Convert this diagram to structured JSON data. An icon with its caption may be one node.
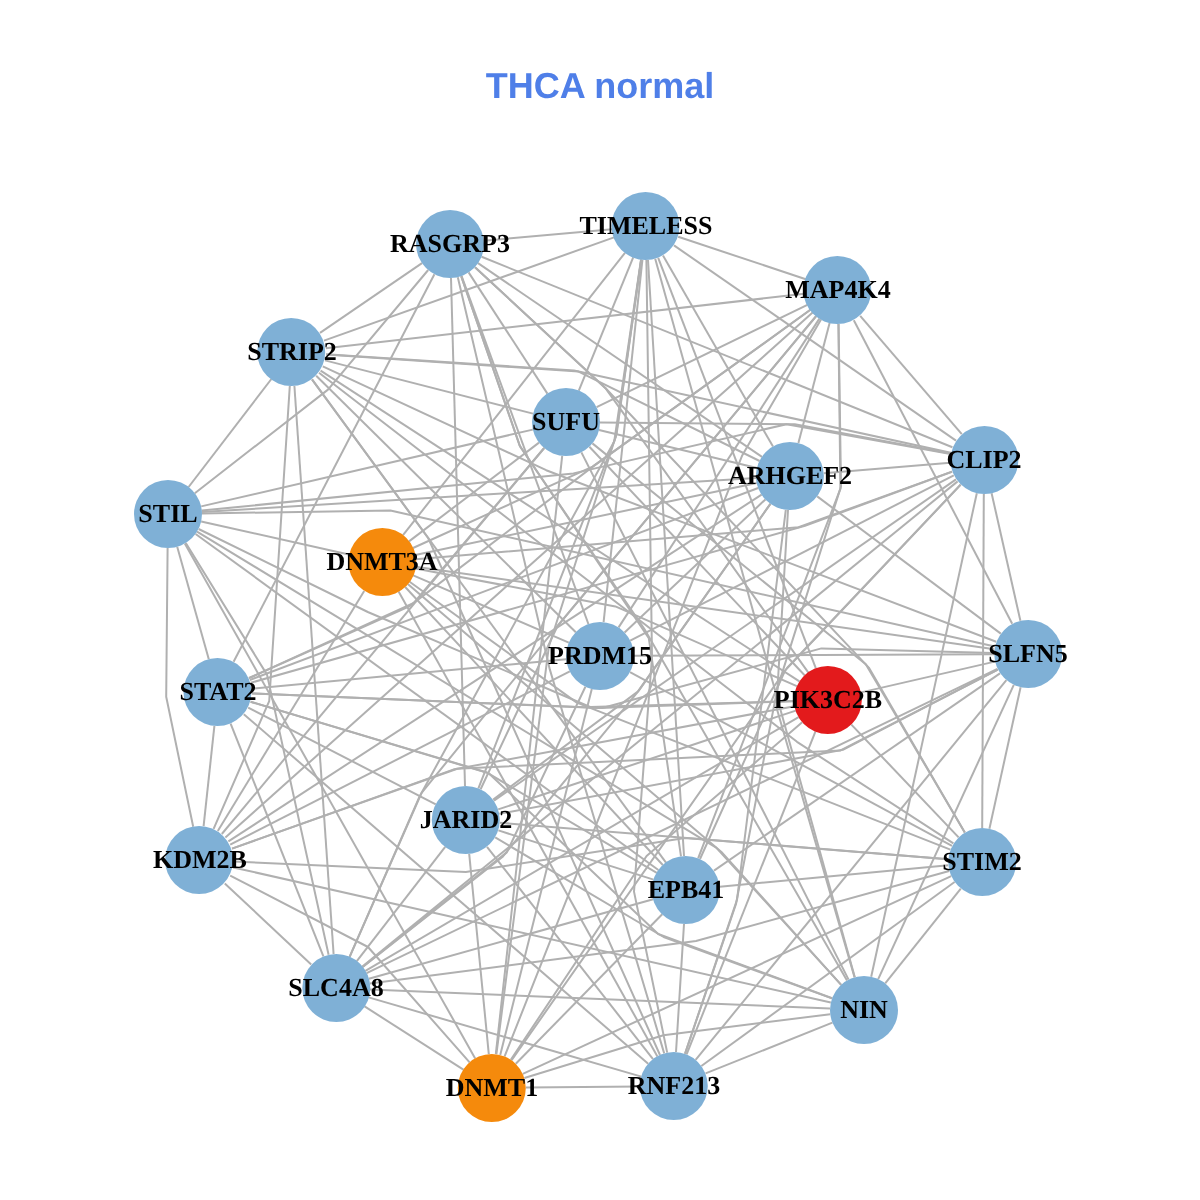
{
  "diagram": {
    "title": "THCA normal",
    "nodes": [
      {
        "text": [
          "TIMELESS"
        ]
      },
      {
        "text": [
          "RASGRP3"
        ]
      },
      {
        "text": [
          "MAP4K4"
        ]
      },
      {
        "text": [
          "STRIP2"
        ]
      },
      {
        "text": [
          "SUFU"
        ]
      },
      {
        "text": [
          "ARHGEF2"
        ]
      },
      {
        "text": [
          "CLIP2"
        ]
      },
      {
        "text": [
          "STIL"
        ]
      },
      {
        "text": [
          "DNMT3A"
        ]
      },
      {
        "text": [
          "PRDM15"
        ]
      },
      {
        "text": [
          "SLFN5"
        ]
      },
      {
        "text": [
          "PIK3C2B"
        ]
      },
      {
        "text": [
          "STAT2"
        ]
      },
      {
        "text": [
          "JARID2"
        ]
      },
      {
        "text": [
          "KDM2B"
        ]
      },
      {
        "text": [
          "EPB41"
        ]
      },
      {
        "text": [
          "STIM2"
        ]
      },
      {
        "text": [
          "SLC4A8"
        ]
      },
      {
        "text": [
          "NIN"
        ]
      },
      {
        "text": [
          "DNMT1"
        ]
      },
      {
        "text": [
          "RNF213"
        ]
      }
    ],
    "edges": [
      {
        "from": 0,
        "to": 1,
        "arrow": "none"
      },
      {
        "from": 0,
        "to": 2,
        "arrow": "none"
      },
      {
        "from": 0,
        "to": 3,
        "arrow": "none"
      },
      {
        "from": 0,
        "to": 4,
        "arrow": "none"
      },
      {
        "from": 0,
        "to": 5,
        "arrow": "none"
      },
      {
        "from": 0,
        "to": 6,
        "arrow": "none"
      },
      {
        "from": 0,
        "to": 8,
        "arrow": "none"
      },
      {
        "from": 0,
        "to": 9,
        "arrow": "none"
      },
      {
        "from": 0,
        "to": 11,
        "arrow": "none"
      },
      {
        "from": 0,
        "to": 13,
        "arrow": "none"
      },
      {
        "from": 0,
        "to": 15,
        "arrow": "none"
      },
      {
        "from": 0,
        "to": 17,
        "arrow": "none"
      },
      {
        "from": 0,
        "to": 18,
        "arrow": "none"
      },
      {
        "from": 0,
        "to": 19,
        "arrow": "none"
      },
      {
        "from": 0,
        "to": 20,
        "arrow": "none"
      },
      {
        "from": 1,
        "to": 3,
        "arrow": "none"
      },
      {
        "from": 1,
        "to": 4,
        "arrow": "none"
      },
      {
        "from": 1,
        "to": 5,
        "arrow": "none"
      },
      {
        "from": 1,
        "to": 6,
        "arrow": "none"
      },
      {
        "from": 1,
        "to": 7,
        "arrow": "none"
      },
      {
        "from": 1,
        "to": 9,
        "arrow": "none"
      },
      {
        "from": 1,
        "to": 11,
        "arrow": "none"
      },
      {
        "from": 1,
        "to": 12,
        "arrow": "none"
      },
      {
        "from": 1,
        "to": 13,
        "arrow": "none"
      },
      {
        "from": 1,
        "to": 15,
        "arrow": "none"
      },
      {
        "from": 1,
        "to": 16,
        "arrow": "none"
      },
      {
        "from": 1,
        "to": 18,
        "arrow": "none"
      },
      {
        "from": 1,
        "to": 20,
        "arrow": "none"
      },
      {
        "from": 2,
        "to": 3,
        "arrow": "none"
      },
      {
        "from": 2,
        "to": 4,
        "arrow": "none"
      },
      {
        "from": 2,
        "to": 5,
        "arrow": "none"
      },
      {
        "from": 2,
        "to": 6,
        "arrow": "none"
      },
      {
        "from": 2,
        "to": 8,
        "arrow": "none"
      },
      {
        "from": 2,
        "to": 9,
        "arrow": "none"
      },
      {
        "from": 2,
        "to": 10,
        "arrow": "none"
      },
      {
        "from": 2,
        "to": 12,
        "arrow": "none"
      },
      {
        "from": 2,
        "to": 13,
        "arrow": "none"
      },
      {
        "from": 2,
        "to": 14,
        "arrow": "none"
      },
      {
        "from": 2,
        "to": 15,
        "arrow": "none"
      },
      {
        "from": 2,
        "to": 17,
        "arrow": "none"
      },
      {
        "from": 2,
        "to": 19,
        "arrow": "none"
      },
      {
        "from": 2,
        "to": 20,
        "arrow": "none"
      },
      {
        "from": 3,
        "to": 4,
        "arrow": "none"
      },
      {
        "from": 3,
        "to": 5,
        "arrow": "none"
      },
      {
        "from": 3,
        "to": 6,
        "arrow": "none"
      },
      {
        "from": 3,
        "to": 7,
        "arrow": "none"
      },
      {
        "from": 3,
        "to": 9,
        "arrow": "none"
      },
      {
        "from": 3,
        "to": 10,
        "arrow": "none"
      },
      {
        "from": 3,
        "to": 11,
        "arrow": "none"
      },
      {
        "from": 3,
        "to": 14,
        "arrow": "none"
      },
      {
        "from": 3,
        "to": 15,
        "arrow": "none"
      },
      {
        "from": 3,
        "to": 16,
        "arrow": "none"
      },
      {
        "from": 3,
        "to": 17,
        "arrow": "none"
      },
      {
        "from": 3,
        "to": 20,
        "arrow": "none"
      },
      {
        "from": 4,
        "to": 5,
        "arrow": "none"
      },
      {
        "from": 4,
        "to": 6,
        "arrow": "none"
      },
      {
        "from": 4,
        "to": 7,
        "arrow": "none"
      },
      {
        "from": 4,
        "to": 8,
        "arrow": "none"
      },
      {
        "from": 4,
        "to": 11,
        "arrow": "none"
      },
      {
        "from": 4,
        "to": 12,
        "arrow": "none"
      },
      {
        "from": 4,
        "to": 14,
        "arrow": "none"
      },
      {
        "from": 4,
        "to": 16,
        "arrow": "none"
      },
      {
        "from": 4,
        "to": 18,
        "arrow": "none"
      },
      {
        "from": 4,
        "to": 19,
        "arrow": "none"
      },
      {
        "from": 5,
        "to": 6,
        "arrow": "none"
      },
      {
        "from": 5,
        "to": 7,
        "arrow": "none"
      },
      {
        "from": 5,
        "to": 8,
        "arrow": "none"
      },
      {
        "from": 5,
        "to": 9,
        "arrow": "none"
      },
      {
        "from": 5,
        "to": 10,
        "arrow": "none"
      },
      {
        "from": 5,
        "to": 12,
        "arrow": "none"
      },
      {
        "from": 5,
        "to": 13,
        "arrow": "none"
      },
      {
        "from": 5,
        "to": 14,
        "arrow": "none"
      },
      {
        "from": 5,
        "to": 17,
        "arrow": "none"
      },
      {
        "from": 5,
        "to": 18,
        "arrow": "none"
      },
      {
        "from": 5,
        "to": 20,
        "arrow": "none"
      },
      {
        "from": 6,
        "to": 7,
        "arrow": "none"
      },
      {
        "from": 6,
        "to": 8,
        "arrow": "none"
      },
      {
        "from": 6,
        "to": 9,
        "arrow": "none"
      },
      {
        "from": 6,
        "to": 10,
        "arrow": "none"
      },
      {
        "from": 6,
        "to": 12,
        "arrow": "none"
      },
      {
        "from": 6,
        "to": 13,
        "arrow": "none"
      },
      {
        "from": 6,
        "to": 15,
        "arrow": "none"
      },
      {
        "from": 6,
        "to": 16,
        "arrow": "none"
      },
      {
        "from": 6,
        "to": 17,
        "arrow": "none"
      },
      {
        "from": 6,
        "to": 18,
        "arrow": "none"
      },
      {
        "from": 6,
        "to": 19,
        "arrow": "none"
      },
      {
        "from": 7,
        "to": 8,
        "arrow": "none"
      },
      {
        "from": 7,
        "to": 10,
        "arrow": "none"
      },
      {
        "from": 7,
        "to": 11,
        "arrow": "none"
      },
      {
        "from": 7,
        "to": 12,
        "arrow": "none"
      },
      {
        "from": 7,
        "to": 14,
        "arrow": "none"
      },
      {
        "from": 7,
        "to": 15,
        "arrow": "none"
      },
      {
        "from": 7,
        "to": 17,
        "arrow": "none"
      },
      {
        "from": 7,
        "to": 18,
        "arrow": "none"
      },
      {
        "from": 7,
        "to": 19,
        "arrow": "none"
      },
      {
        "from": 8,
        "to": 9,
        "arrow": "none"
      },
      {
        "from": 8,
        "to": 10,
        "arrow": "none"
      },
      {
        "from": 8,
        "to": 11,
        "arrow": "none"
      },
      {
        "from": 8,
        "to": 14,
        "arrow": "none"
      },
      {
        "from": 8,
        "to": 15,
        "arrow": "none"
      },
      {
        "from": 8,
        "to": 16,
        "arrow": "none"
      },
      {
        "from": 8,
        "to": 18,
        "arrow": "none"
      },
      {
        "from": 8,
        "to": 20,
        "arrow": "none"
      },
      {
        "from": 9,
        "to": 10,
        "arrow": "none"
      },
      {
        "from": 9,
        "to": 12,
        "arrow": "none"
      },
      {
        "from": 9,
        "to": 14,
        "arrow": "none"
      },
      {
        "from": 9,
        "to": 16,
        "arrow": "none"
      },
      {
        "from": 9,
        "to": 17,
        "arrow": "none"
      },
      {
        "from": 9,
        "to": 19,
        "arrow": "none"
      },
      {
        "from": 10,
        "to": 11,
        "arrow": "none"
      },
      {
        "from": 10,
        "to": 12,
        "arrow": "none"
      },
      {
        "from": 10,
        "to": 13,
        "arrow": "none"
      },
      {
        "from": 10,
        "to": 14,
        "arrow": "none"
      },
      {
        "from": 10,
        "to": 15,
        "arrow": "none"
      },
      {
        "from": 10,
        "to": 16,
        "arrow": "none"
      },
      {
        "from": 10,
        "to": 17,
        "arrow": "none"
      },
      {
        "from": 10,
        "to": 18,
        "arrow": "none"
      },
      {
        "from": 10,
        "to": 20,
        "arrow": "none"
      },
      {
        "from": 11,
        "to": 12,
        "arrow": "none"
      },
      {
        "from": 11,
        "to": 13,
        "arrow": "none"
      },
      {
        "from": 11,
        "to": 14,
        "arrow": "none"
      },
      {
        "from": 11,
        "to": 16,
        "arrow": "none"
      },
      {
        "from": 11,
        "to": 17,
        "arrow": "none"
      },
      {
        "from": 11,
        "to": 19,
        "arrow": "none"
      },
      {
        "from": 11,
        "to": 20,
        "arrow": "none"
      },
      {
        "from": 12,
        "to": 13,
        "arrow": "none"
      },
      {
        "from": 12,
        "to": 14,
        "arrow": "none"
      },
      {
        "from": 12,
        "to": 15,
        "arrow": "none"
      },
      {
        "from": 12,
        "to": 17,
        "arrow": "none"
      },
      {
        "from": 12,
        "to": 18,
        "arrow": "none"
      },
      {
        "from": 12,
        "to": 20,
        "arrow": "none"
      },
      {
        "from": 13,
        "to": 15,
        "arrow": "none"
      },
      {
        "from": 13,
        "to": 16,
        "arrow": "none"
      },
      {
        "from": 13,
        "to": 17,
        "arrow": "none"
      },
      {
        "from": 13,
        "to": 18,
        "arrow": "none"
      },
      {
        "from": 13,
        "to": 19,
        "arrow": "none"
      },
      {
        "from": 13,
        "to": 20,
        "arrow": "none"
      },
      {
        "from": 14,
        "to": 16,
        "arrow": "none"
      },
      {
        "from": 14,
        "to": 17,
        "arrow": "none"
      },
      {
        "from": 14,
        "to": 18,
        "arrow": "none"
      },
      {
        "from": 14,
        "to": 19,
        "arrow": "none"
      },
      {
        "from": 15,
        "to": 16,
        "arrow": "none"
      },
      {
        "from": 15,
        "to": 17,
        "arrow": "none"
      },
      {
        "from": 15,
        "to": 19,
        "arrow": "none"
      },
      {
        "from": 15,
        "to": 20,
        "arrow": "none"
      },
      {
        "from": 16,
        "to": 17,
        "arrow": "none"
      },
      {
        "from": 16,
        "to": 18,
        "arrow": "none"
      },
      {
        "from": 16,
        "to": 19,
        "arrow": "none"
      },
      {
        "from": 16,
        "to": 20,
        "arrow": "none"
      },
      {
        "from": 17,
        "to": 18,
        "arrow": "none"
      },
      {
        "from": 17,
        "to": 19,
        "arrow": "none"
      },
      {
        "from": 17,
        "to": 20,
        "arrow": "none"
      },
      {
        "from": 18,
        "to": 19,
        "arrow": "none"
      },
      {
        "from": 18,
        "to": 20,
        "arrow": "none"
      },
      {
        "from": 19,
        "to": 20,
        "arrow": "none"
      }
    ]
  }
}
